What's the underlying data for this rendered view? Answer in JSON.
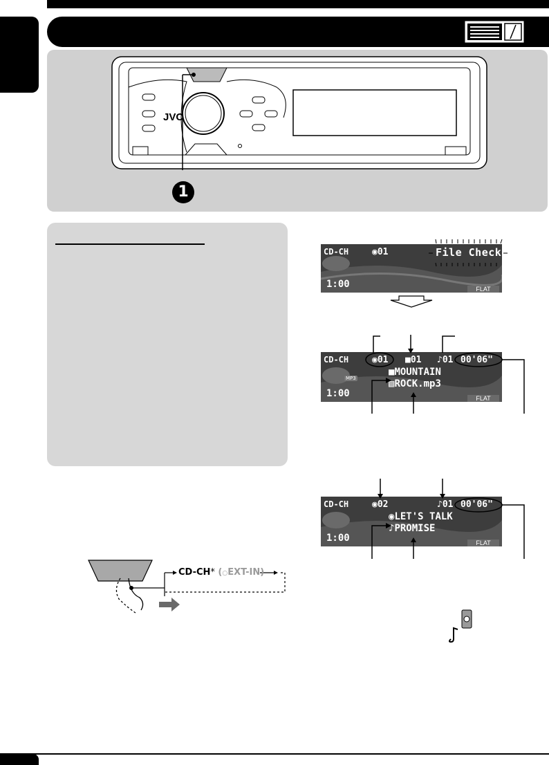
{
  "device": {
    "brand": "JVC",
    "callout": "1"
  },
  "lcd1": {
    "source": "CD-CH",
    "disc": "01",
    "message": "File Check",
    "clock": "1:00",
    "eq": "FLAT"
  },
  "lcd2": {
    "source": "CD-CH",
    "disc": "01",
    "folder": "01",
    "track": "01",
    "time": "00'06\"",
    "folder_name": "MOUNTAIN",
    "file_name": "ROCK.mp3",
    "clock": "1:00",
    "eq": "FLAT",
    "badge": "MP3"
  },
  "lcd3": {
    "source": "CD-CH",
    "disc": "02",
    "track": "01",
    "time": "00'06\"",
    "disc_title": "LET'S TALK",
    "track_title": "PROMISE",
    "clock": "1:00",
    "eq": "FLAT"
  },
  "flow": {
    "item1": "CD-CH",
    "asterisk": "*",
    "item2": "(",
    "item2_main": "EXT-IN)"
  },
  "colors": {
    "panel": "#d0d0d0",
    "box": "#d7d7d7",
    "lcd": "#3d3d3d",
    "ext_in": "#9a9a9a"
  }
}
